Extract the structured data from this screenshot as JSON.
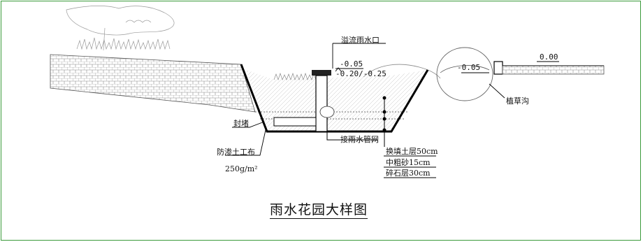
{
  "drawing": {
    "title": "雨水花园大样图",
    "labels": {
      "overflow_inlet": "溢流雨水口",
      "elev_top": "-0.05",
      "elev_pair": "-0.20/-0.25",
      "elev_swale": "-0.05",
      "elev_ground": "0.00",
      "grass_swale": "植草沟",
      "seal": "封堵",
      "connect_pipe": "接雨水管网",
      "geotextile": "防渗土工布",
      "geotextile_spec": "250g/m²"
    },
    "layers": [
      "换填土层50cm",
      "中粗砂15cm",
      "碎石层30cm"
    ]
  }
}
